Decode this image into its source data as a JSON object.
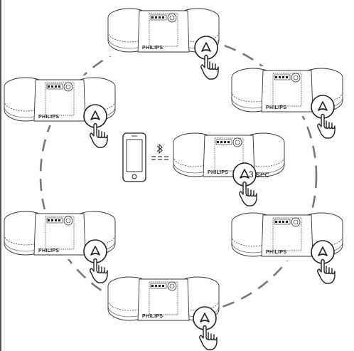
{
  "diagram": {
    "brand_label": "PHILIPS",
    "master_timer_label": "3 sec",
    "bluetooth_symbol": "bluetooth-icon",
    "connection_style": "dashed-circle",
    "line_color": "#777777",
    "speaker_outline_color": "#333333",
    "speakers": [
      {
        "name": "speaker-top",
        "role": "party"
      },
      {
        "name": "speaker-upper-left",
        "role": "party"
      },
      {
        "name": "speaker-upper-right",
        "role": "party"
      },
      {
        "name": "speaker-center-master",
        "role": "master"
      },
      {
        "name": "speaker-lower-left",
        "role": "party"
      },
      {
        "name": "speaker-lower-right",
        "role": "party"
      },
      {
        "name": "speaker-bottom",
        "role": "party"
      }
    ],
    "phone": {
      "icon": "smartphone-icon"
    }
  }
}
